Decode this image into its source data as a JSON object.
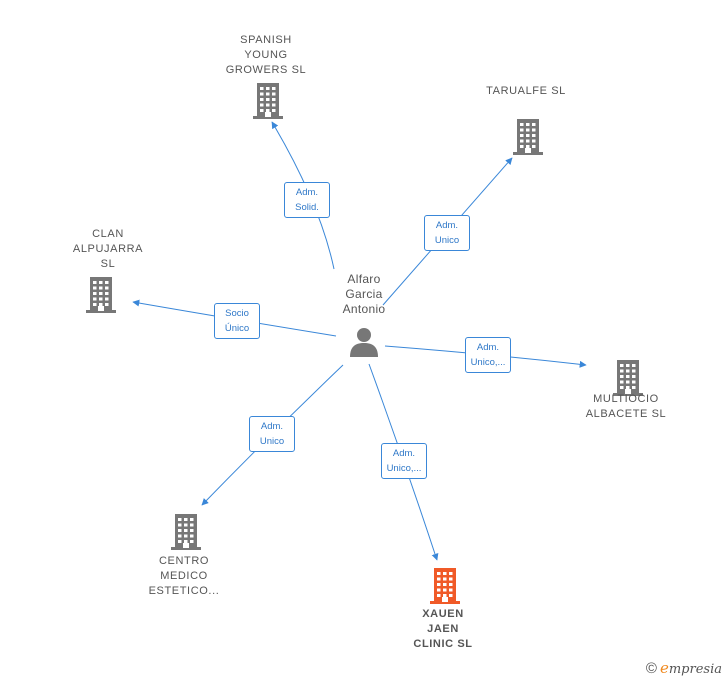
{
  "center": {
    "label": "Alfaro\nGarcia\nAntonio",
    "icon": "person-icon"
  },
  "companies": [
    {
      "id": "spanish",
      "label": "SPANISH\nYOUNG\nGROWERS  SL",
      "color": "#777777"
    },
    {
      "id": "tarualfe",
      "label": "TARUALFE  SL",
      "color": "#777777"
    },
    {
      "id": "clan",
      "label": "CLAN\nALPUJARRA\nSL",
      "color": "#777777"
    },
    {
      "id": "multiocio",
      "label": "MULTIOCIO\nALBACETE  SL",
      "color": "#777777"
    },
    {
      "id": "centro",
      "label": "CENTRO\nMEDICO\nESTETICO...",
      "color": "#777777"
    },
    {
      "id": "xauen",
      "label": "XAUEN\nJAEN\nCLINIC  SL",
      "color": "#f05a28"
    }
  ],
  "relations": [
    {
      "target": "spanish",
      "label": "Adm.\nSolid."
    },
    {
      "target": "tarualfe",
      "label": "Adm.\nUnico"
    },
    {
      "target": "clan",
      "label": "Socio\nÚnico"
    },
    {
      "target": "multiocio",
      "label": "Adm.\nUnico,..."
    },
    {
      "target": "centro",
      "label": "Adm.\nUnico"
    },
    {
      "target": "xauen",
      "label": "Adm.\nUnico,..."
    }
  ],
  "colors": {
    "edge": "#3a87d8",
    "building": "#777777",
    "highlight": "#f05a28",
    "person": "#777777"
  },
  "footer": {
    "copyright": "©",
    "brand_initial": "e",
    "brand": "mpresia"
  }
}
